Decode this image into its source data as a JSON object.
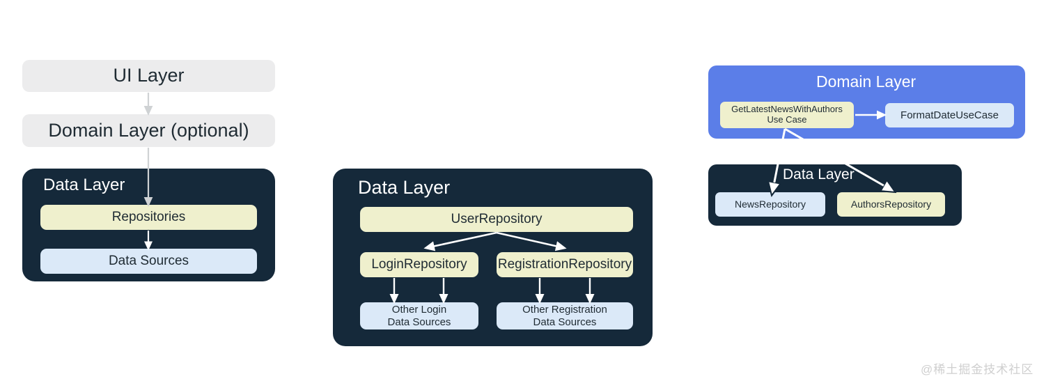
{
  "diagram1": {
    "name": "layered-architecture-overview",
    "ui_layer": "UI Layer",
    "domain_layer": "Domain Layer (optional)",
    "data_layer_title": "Data Layer",
    "repositories": "Repositories",
    "data_sources": "Data Sources"
  },
  "diagram2": {
    "name": "data-layer-repository-breakdown",
    "data_layer_title": "Data Layer",
    "user_repository": "UserRepository",
    "login_repository": "LoginRepository",
    "registration_repository": "RegistrationRepository",
    "other_login_line1": "Other Login",
    "other_login_line2": "Data Sources",
    "other_registration_line1": "Other Registration",
    "other_registration_line2": "Data Sources"
  },
  "diagram3": {
    "name": "domain-layer-use-case-example",
    "domain_layer_title": "Domain Layer",
    "get_latest_line1": "GetLatestNewsWithAuthors",
    "get_latest_line2": "Use Case",
    "format_date_use_case": "FormatDateUseCase",
    "data_layer_title": "Data Layer",
    "news_repository": "NewsRepository",
    "authors_repository": "AuthorsRepository"
  },
  "watermark": {
    "text": "@稀土掘金技术社区"
  },
  "colors": {
    "background": "#ffffff",
    "grey_box": "#ececed",
    "dark_panel": "#15293a",
    "yellow_box": "#eff0cd",
    "blue_box": "#dbe9f8",
    "domain_blue": "#5b7ee8",
    "text_dark": "#1f2b33",
    "text_light": "#ffffff",
    "arrow_light": "#cfd2d4",
    "arrow_white": "#ffffff",
    "watermark": "#cfcfcf"
  }
}
